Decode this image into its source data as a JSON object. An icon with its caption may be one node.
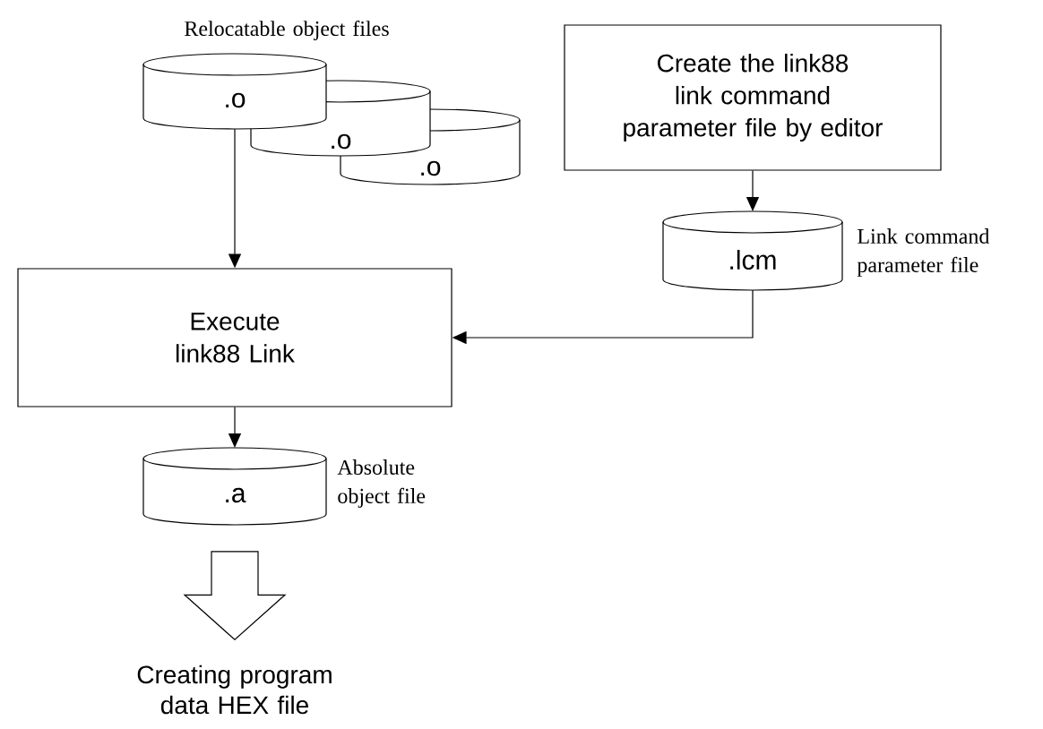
{
  "diagram": {
    "nodes": [
      {
        "text": [
          ".o"
        ],
        "beside": [
          "Relocatable object files"
        ]
      },
      {
        "text": [
          ".o"
        ]
      },
      {
        "text": [
          ".o"
        ]
      },
      {
        "text": [
          "Create the link88 link command parameter file by editor"
        ]
      },
      {
        "text": [
          ".lcm"
        ],
        "beside": [
          "Link command parameter file"
        ]
      },
      {
        "text": [
          "Execute link88 Link"
        ]
      },
      {
        "text": [
          ".a"
        ],
        "beside": [
          "Absolute object file"
        ]
      },
      {
        "text": [
          "Creating program data HEX file"
        ]
      }
    ],
    "edges": [
      {
        "from": 0,
        "to": 5,
        "arrow": "to"
      },
      {
        "from": 3,
        "to": 4,
        "arrow": "to"
      },
      {
        "from": 4,
        "to": 5,
        "arrow": "to"
      },
      {
        "from": 5,
        "to": 6,
        "arrow": "to"
      },
      {
        "from": 6,
        "to": 7,
        "arrow": "to",
        "style": "thick"
      }
    ]
  }
}
